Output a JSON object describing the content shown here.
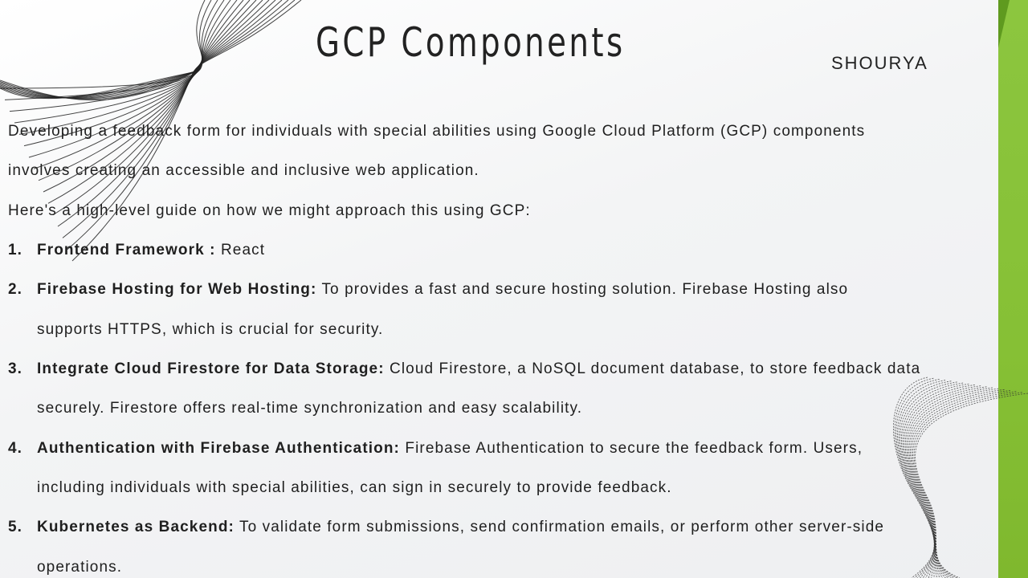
{
  "slide": {
    "title": "GCP Components",
    "author": "SHOURYA",
    "intro_line1": "Developing a feedback form for individuals with special abilities using Google Cloud Platform (GCP) components",
    "intro_line2": "involves creating an accessible and inclusive web application.",
    "guide_line": "Here's a high-level guide on how we might approach this using GCP:",
    "items": [
      {
        "number": "1.",
        "heading": "Frontend Framework :",
        "text": " React",
        "continuation": ""
      },
      {
        "number": "2.",
        "heading": "Firebase Hosting for Web Hosting:",
        "text": " To provides a fast and secure hosting solution. Firebase Hosting also",
        "continuation": "supports HTTPS, which is crucial for security."
      },
      {
        "number": "3.",
        "heading": "Integrate Cloud Firestore for Data Storage:",
        "text": " Cloud Firestore, a NoSQL document database, to store feedback data",
        "continuation": "securely. Firestore offers real-time synchronization and easy scalability."
      },
      {
        "number": "4.",
        "heading": "Authentication with Firebase Authentication:",
        "text": " Firebase Authentication to secure the feedback form. Users,",
        "continuation": "including individuals with special abilities, can sign in securely to provide feedback."
      },
      {
        "number": "5.",
        "heading": "Kubernetes as Backend:",
        "text": " To validate form submissions, send confirmation emails, or perform other server-side",
        "continuation": "operations."
      }
    ]
  },
  "colors": {
    "accent_green": "#8cc63f",
    "text": "#1f1f1f"
  }
}
